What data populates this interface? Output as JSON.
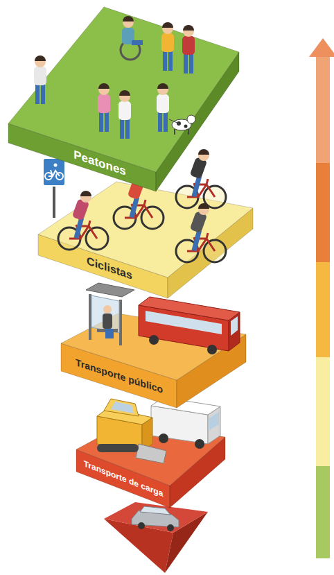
{
  "diagram": {
    "nodes": [
      {
        "text": [
          "Peatones"
        ]
      },
      {
        "text": [
          "Ciclistas"
        ]
      },
      {
        "text": [
          "Transporte público"
        ]
      },
      {
        "text": [
          "Transporte de carga"
        ]
      }
    ]
  }
}
